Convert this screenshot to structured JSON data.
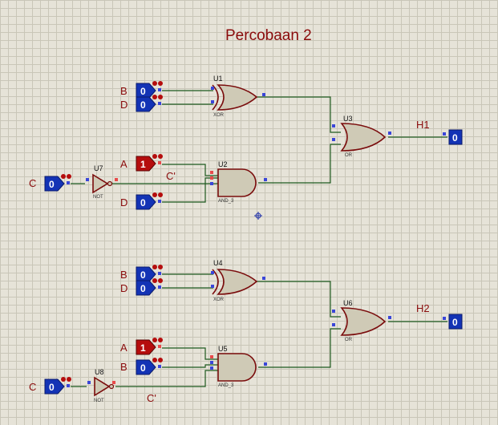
{
  "title": "Percobaan 2",
  "inputs": [
    {
      "label": "B",
      "value": "0",
      "color": "#1333b5"
    },
    {
      "label": "D",
      "value": "0",
      "color": "#1333b5"
    },
    {
      "label": "A",
      "value": "1",
      "color": "#b50d0d"
    },
    {
      "label": "C",
      "value": "0",
      "color": "#1333b5"
    },
    {
      "label": "D",
      "value": "0",
      "color": "#1333b5"
    },
    {
      "label": "B",
      "value": "0",
      "color": "#1333b5"
    },
    {
      "label": "D",
      "value": "0",
      "color": "#1333b5"
    },
    {
      "label": "A",
      "value": "1",
      "color": "#b50d0d"
    },
    {
      "label": "B",
      "value": "0",
      "color": "#1333b5"
    },
    {
      "label": "C",
      "value": "0",
      "color": "#1333b5"
    }
  ],
  "gates": [
    {
      "ref": "U1",
      "type": "XOR"
    },
    {
      "ref": "U2",
      "type": "AND_3"
    },
    {
      "ref": "U3",
      "type": "OR"
    },
    {
      "ref": "U7",
      "type": "NOT"
    },
    {
      "ref": "U4",
      "type": "XOR"
    },
    {
      "ref": "U5",
      "type": "AND_3"
    },
    {
      "ref": "U6",
      "type": "OR"
    },
    {
      "ref": "U8",
      "type": "NOT"
    }
  ],
  "net_labels": [
    "C'",
    "C'"
  ],
  "outputs": [
    {
      "label": "H1",
      "value": "0",
      "color": "#1333b5"
    },
    {
      "label": "H2",
      "value": "0",
      "color": "#1333b5"
    }
  ]
}
